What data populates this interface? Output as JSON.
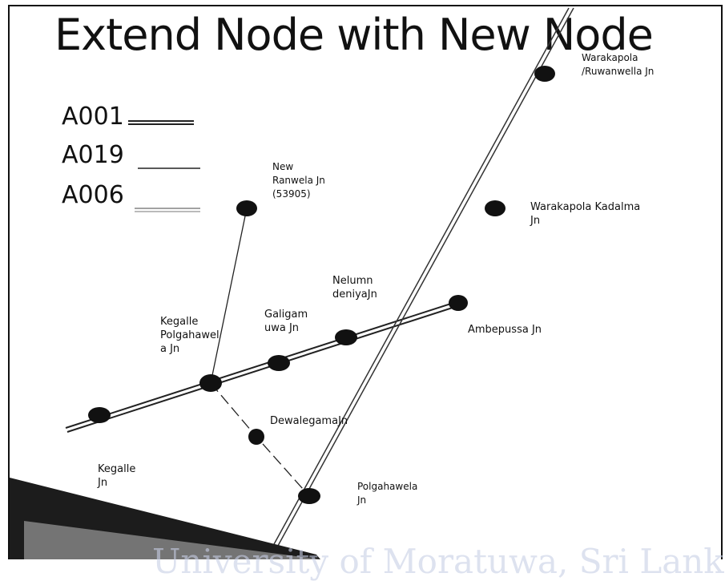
{
  "title": "Extend Node with New Node",
  "legend": [
    {
      "code": "A001",
      "style": "double"
    },
    {
      "code": "A019",
      "style": "single"
    },
    {
      "code": "A006",
      "style": "light"
    }
  ],
  "nodes": [
    {
      "id": "warakapola_ruwanwella",
      "label": "Warakapola\n/Ruwanwella Jn"
    },
    {
      "id": "new_ranwela",
      "label": "New\nRanwela Jn\n(53905)"
    },
    {
      "id": "warakapola_kadalma",
      "label": "Warakapola Kadalma\nJn"
    },
    {
      "id": "nelumndeniya",
      "label": "Nelumn\ndeniyaJn"
    },
    {
      "id": "ambepussa",
      "label": "Ambepussa Jn"
    },
    {
      "id": "galigamuwa",
      "label": "Galigam\nuwa Jn"
    },
    {
      "id": "kegalle_polgahawela",
      "label": "Kegalle\n Polgahawel\na Jn"
    },
    {
      "id": "dewalegama",
      "label": "DewalegamaJn"
    },
    {
      "id": "kegalle",
      "label": "Kegalle\nJn"
    },
    {
      "id": "polgahawela",
      "label": "Polgahawela\nJn"
    }
  ],
  "watermark": "University of Moratuwa, Sri Lanka."
}
